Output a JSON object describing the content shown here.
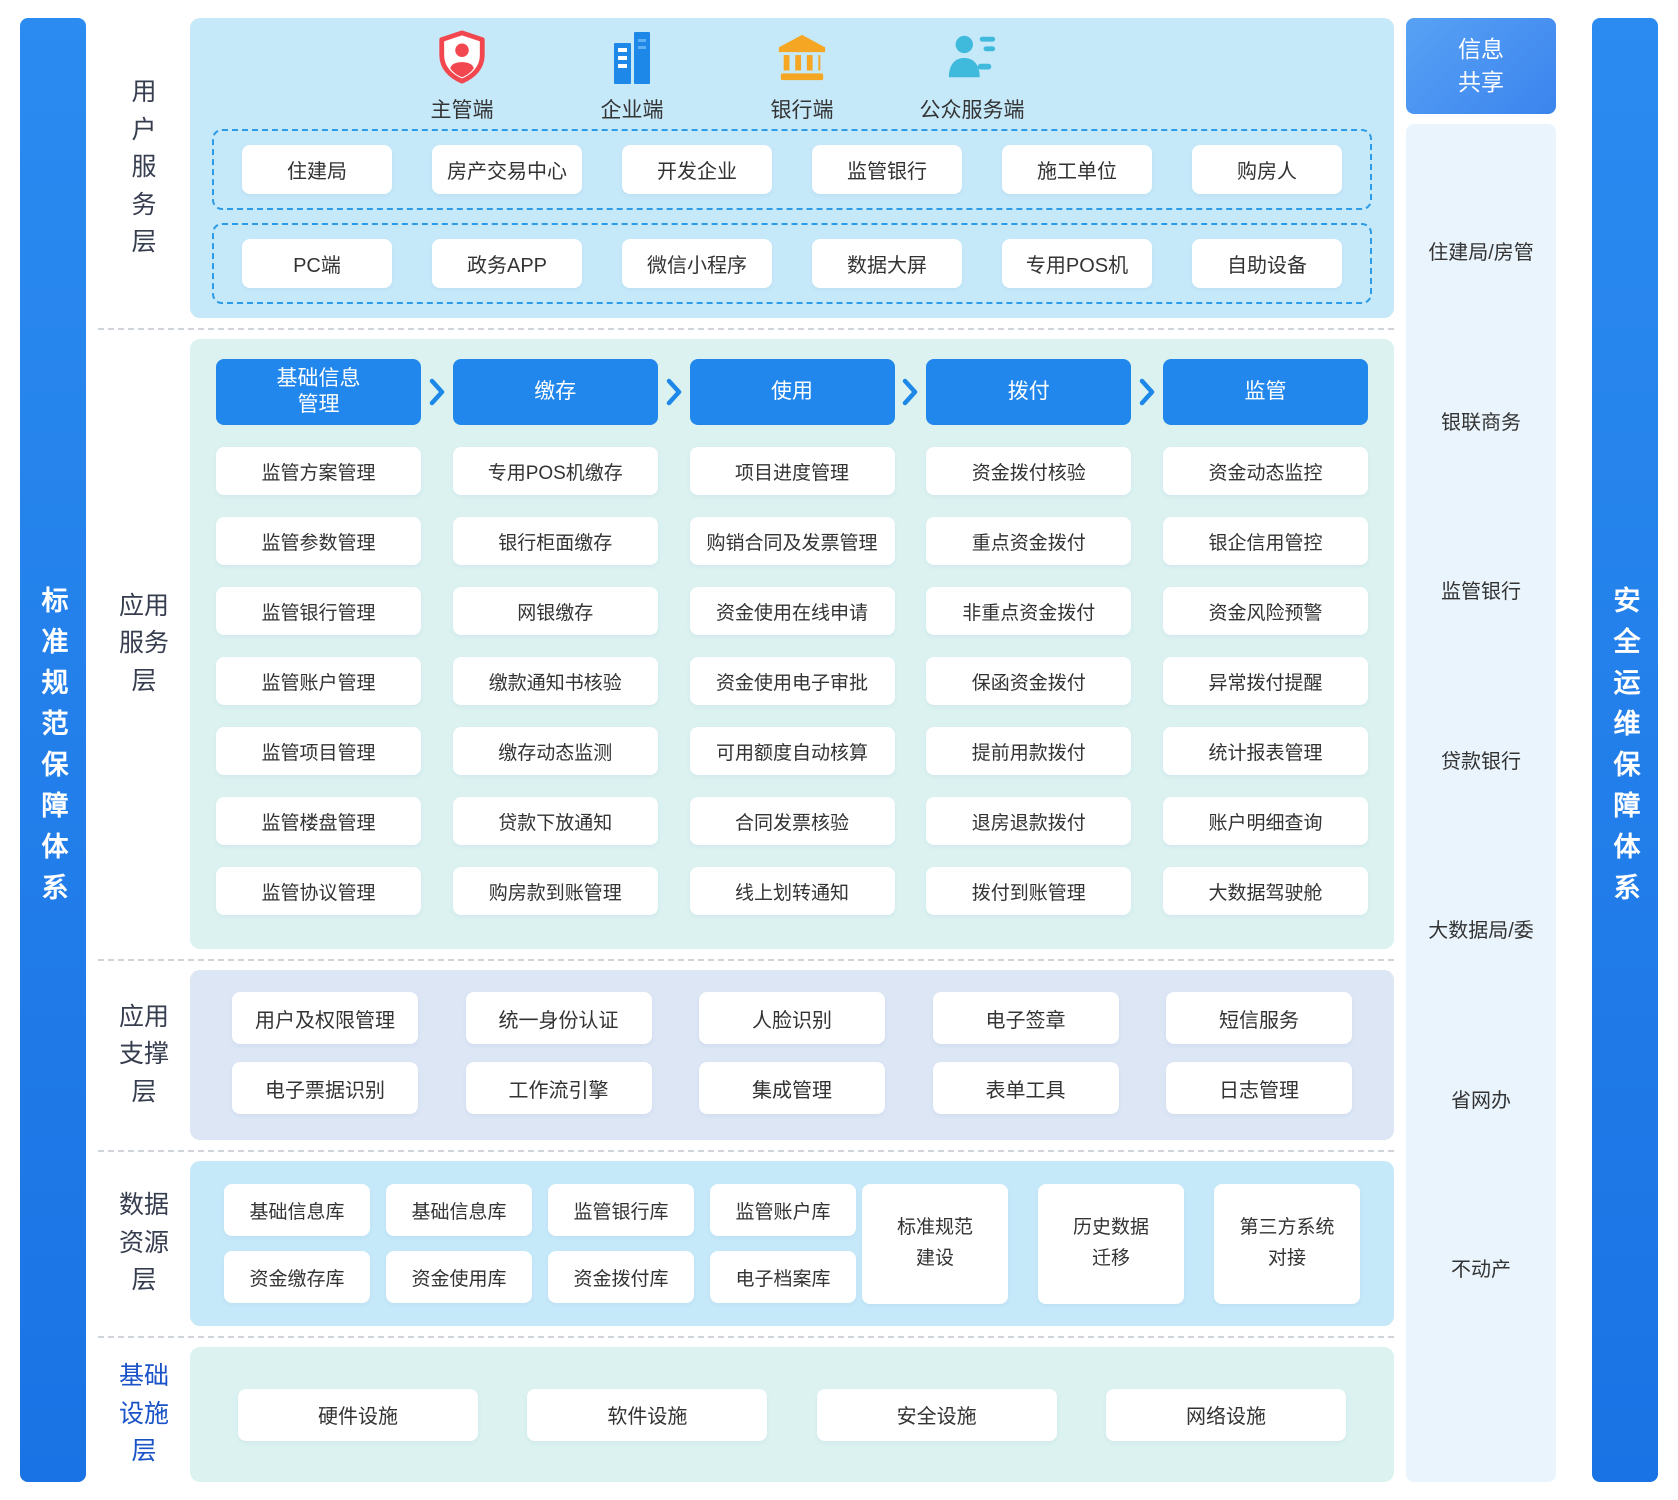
{
  "side_pillars": {
    "left": "标准规范保障体系",
    "right": "安全运维保障体系"
  },
  "layers": {
    "user": {
      "label": "用户服务层",
      "terminals": [
        {
          "label": "主管端"
        },
        {
          "label": "企业端"
        },
        {
          "label": "银行端"
        },
        {
          "label": "公众服务端"
        }
      ],
      "roles": [
        "住建局",
        "房产交易中心",
        "开发企业",
        "监管银行",
        "施工单位",
        "购房人"
      ],
      "channels": [
        "PC端",
        "政务APP",
        "微信小程序",
        "数据大屏",
        "专用POS机",
        "自助设备"
      ]
    },
    "service": {
      "label": "应用服务层",
      "columns": [
        {
          "header": "基础信息\n管理",
          "items": [
            "监管方案管理",
            "监管参数管理",
            "监管银行管理",
            "监管账户管理",
            "监管项目管理",
            "监管楼盘管理",
            "监管协议管理"
          ]
        },
        {
          "header": "缴存",
          "items": [
            "专用POS机缴存",
            "银行柜面缴存",
            "网银缴存",
            "缴款通知书核验",
            "缴存动态监测",
            "贷款下放通知",
            "购房款到账管理"
          ]
        },
        {
          "header": "使用",
          "items": [
            "项目进度管理",
            "购销合同及发票管理",
            "资金使用在线申请",
            "资金使用电子审批",
            "可用额度自动核算",
            "合同发票核验",
            "线上划转通知"
          ]
        },
        {
          "header": "拨付",
          "items": [
            "资金拨付核验",
            "重点资金拨付",
            "非重点资金拨付",
            "保函资金拨付",
            "提前用款拨付",
            "退房退款拨付",
            "拨付到账管理"
          ]
        },
        {
          "header": "监管",
          "items": [
            "资金动态监控",
            "银企信用管控",
            "资金风险预警",
            "异常拨付提醒",
            "统计报表管理",
            "账户明细查询",
            "大数据驾驶舱"
          ]
        }
      ]
    },
    "support": {
      "label": "应用支撑层",
      "row1": [
        "用户及权限管理",
        "统一身份认证",
        "人脸识别",
        "电子签章",
        "短信服务"
      ],
      "row2": [
        "电子票据识别",
        "工作流引擎",
        "集成管理",
        "表单工具",
        "日志管理"
      ]
    },
    "data": {
      "label": "数据资源层",
      "row1": [
        "基础信息库",
        "基础信息库",
        "监管银行库",
        "监管账户库"
      ],
      "row2": [
        "资金缴存库",
        "资金使用库",
        "资金拨付库",
        "电子档案库"
      ],
      "tall": [
        "标准规范\n建设",
        "历史数据\n迁移",
        "第三方系统\n对接"
      ]
    },
    "infra": {
      "label": "基础设施层",
      "items": [
        "硬件设施",
        "软件设施",
        "安全设施",
        "网络设施"
      ]
    }
  },
  "right_rail": {
    "share": "信息\n共享",
    "items": [
      "住建局/房管",
      "银联商务",
      "监管银行",
      "贷款银行",
      "大数据局/委",
      "省网办",
      "不动产"
    ]
  },
  "colors": {
    "accent_blue": "#2187ec",
    "pillar_blue": "#1d7de9",
    "panel_light_blue": "#c6e9fa",
    "panel_mint": "#dcf2f1",
    "panel_lavender": "#dce6f5",
    "rail_panel_blue": "#e9f4fc",
    "dashed_border_blue": "#2d9ce8",
    "icon_red": "#f2474e",
    "icon_blue": "#1e88e8",
    "icon_orange": "#f5a623",
    "icon_cyan": "#3fb9dc",
    "infra_label_blue": "#1a53c8"
  }
}
